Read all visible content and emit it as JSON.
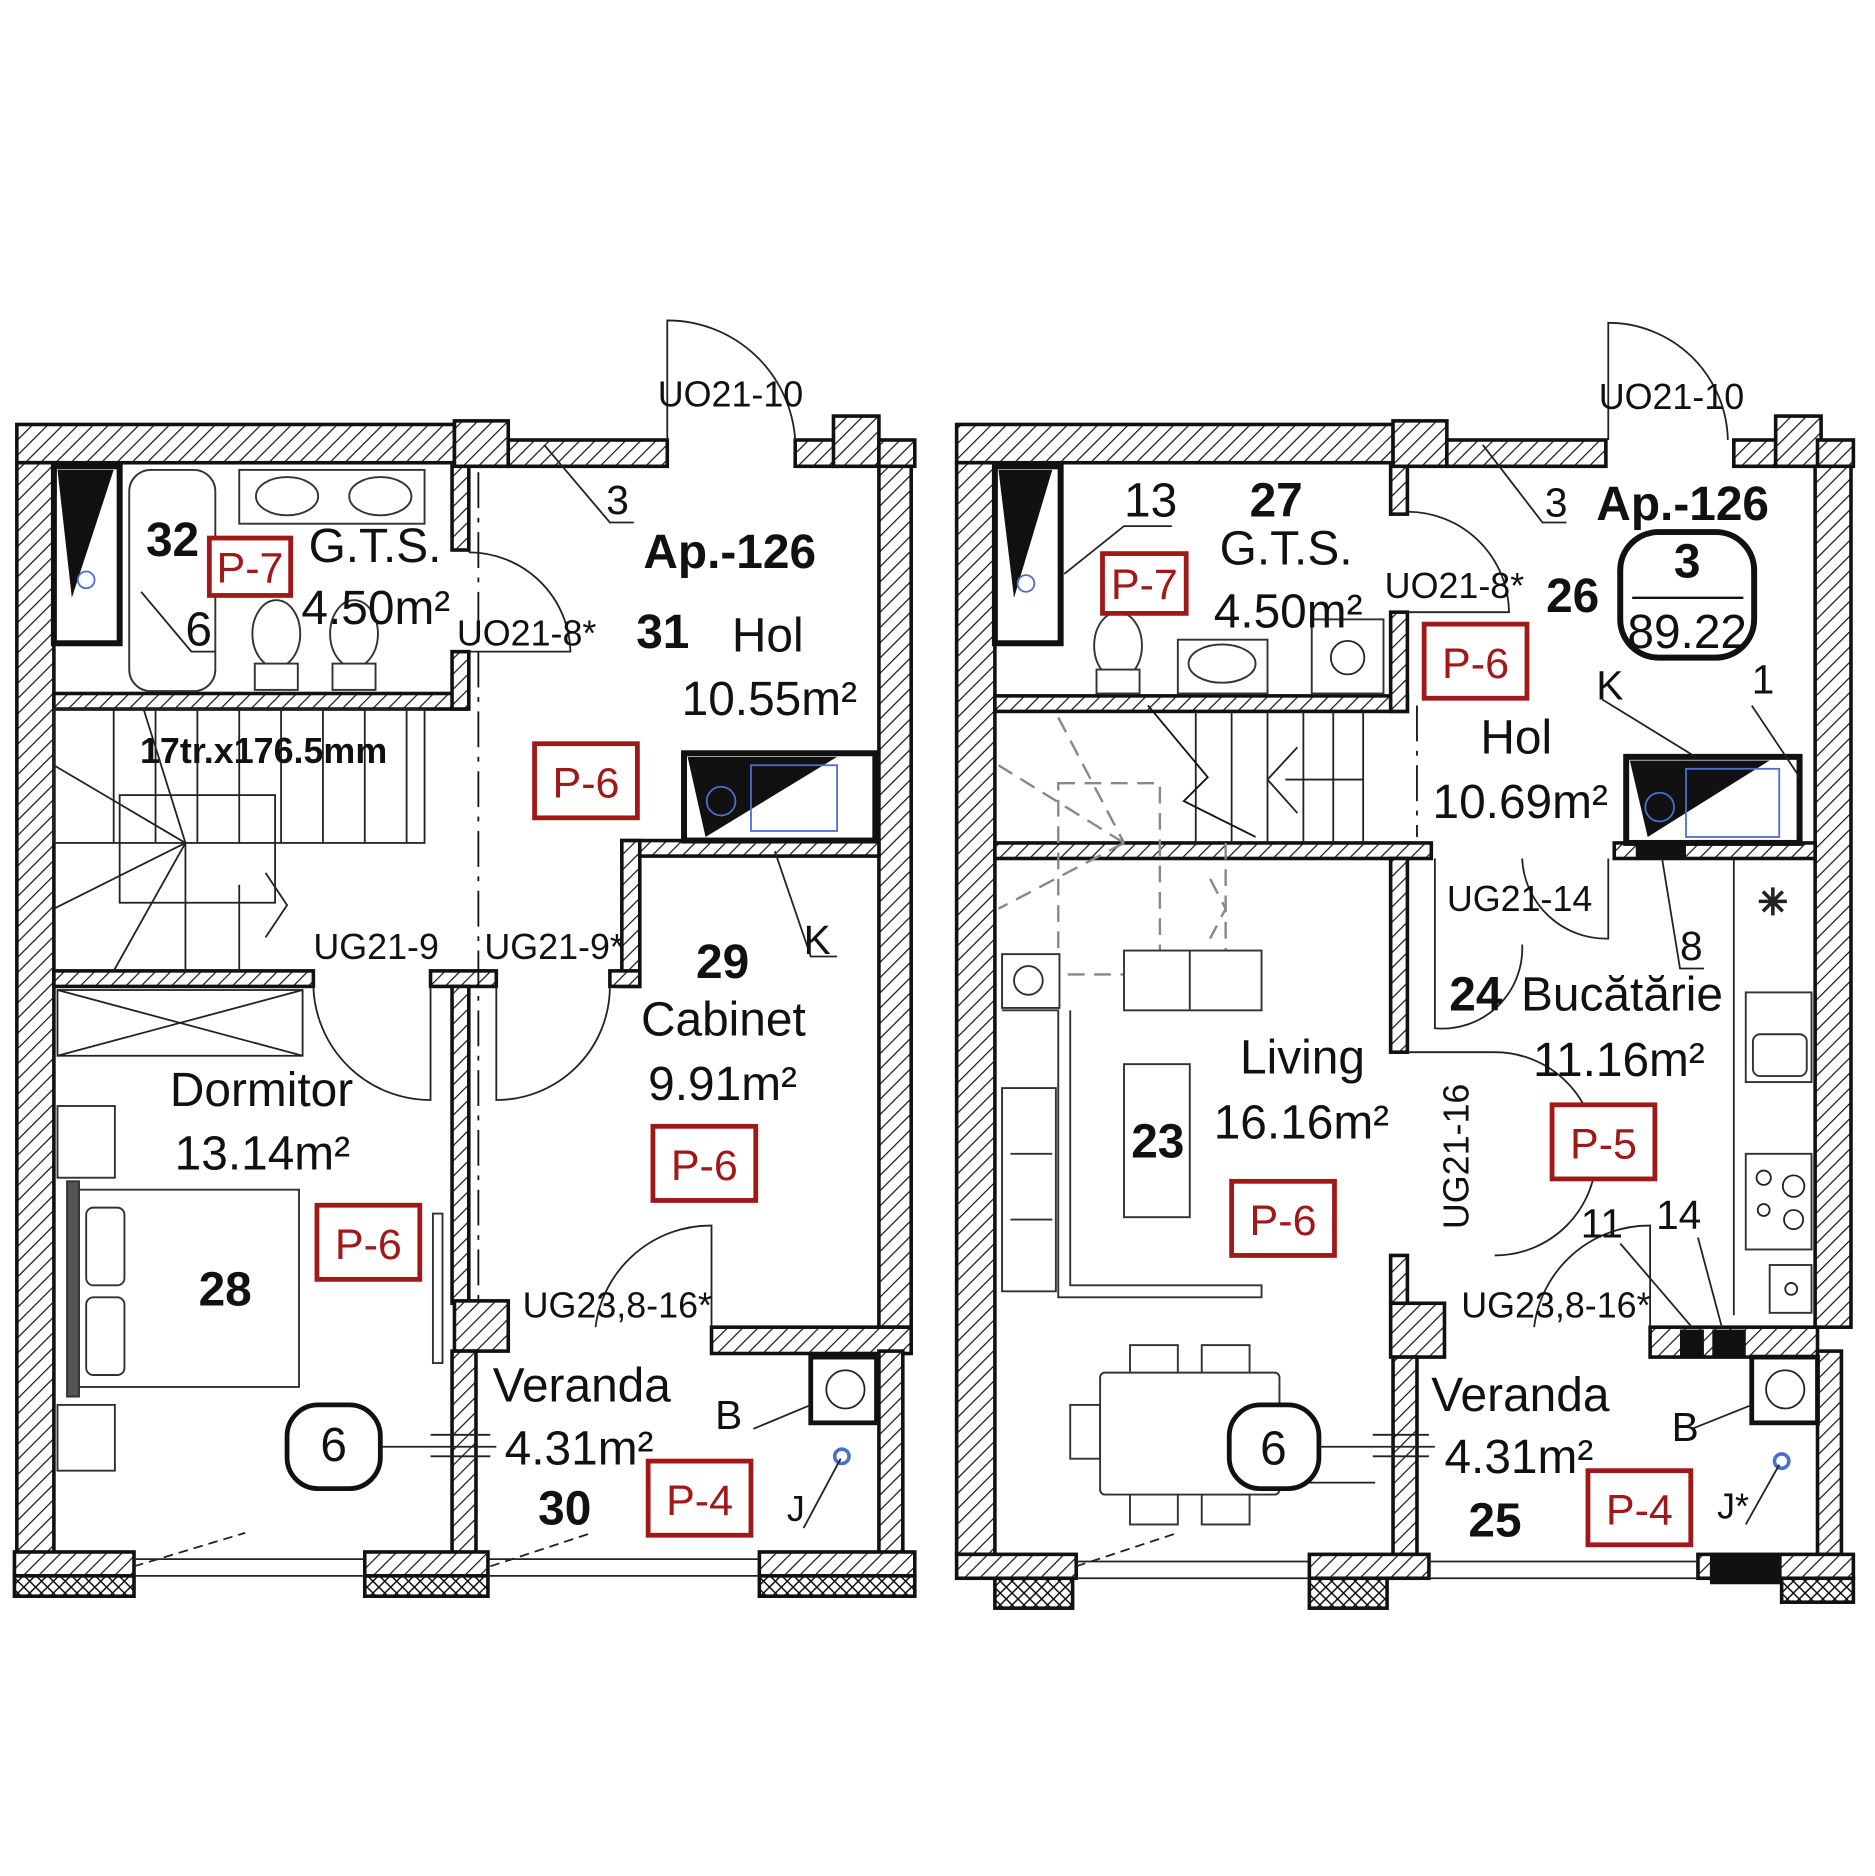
{
  "left_plan": {
    "entry_door": "UO21-10",
    "mark_3": "3",
    "apartment": "Ap.-126",
    "hol_num": "31",
    "hol_name": "Hol",
    "hol_area": "10.55m²",
    "hol_finish": "P-6",
    "gts_num": "32",
    "gts_finish": "P-7",
    "gts_name": "G.T.S.",
    "gts_area": "4.50m²",
    "mark_6": "6",
    "gts_door": "UO21-8*",
    "stairs": "17tr.x176.5mm",
    "door_dorm": "UG21-9",
    "door_cab": "UG21-9*",
    "mark_k": "K",
    "cab_num": "29",
    "cab_name": "Cabinet",
    "cab_area": "9.91m²",
    "cab_finish": "P-6",
    "dorm_name": "Dormitor",
    "dorm_area": "13.14m²",
    "dorm_finish": "P-6",
    "dorm_num": "28",
    "veranda_door": "UG23,8-16*",
    "ver_name": "Veranda",
    "ver_area": "4.31m²",
    "ver_num": "30",
    "ver_finish": "P-4",
    "mark_b": "B",
    "mark_j": "J",
    "window_tag": "6"
  },
  "right_plan": {
    "entry_door": "UO21-10",
    "mark_13": "13",
    "gts_num": "27",
    "gts_name": "G.T.S.",
    "gts_area": "4.50m²",
    "gts_finish": "P-7",
    "mark_3": "3",
    "apartment": "Ap.-126",
    "apt_rooms": "3",
    "apt_area": "89.22",
    "gts_door": "UO21-8*",
    "hol_num": "26",
    "hol_finish": "P-6",
    "hol_name": "Hol",
    "hol_area": "10.69m²",
    "mark_k": "K",
    "mark_1": "1",
    "kitchen_door": "UG21-14",
    "mark_8": "8",
    "kit_num": "24",
    "kit_name": "Bucătărie",
    "kit_area": "11.16m²",
    "kit_finish": "P-5",
    "liv_name": "Living",
    "liv_area": "16.16m²",
    "liv_num": "23",
    "liv_finish": "P-6",
    "living_door": "UG21-16",
    "mark_11": "11",
    "mark_14": "14",
    "veranda_door": "UG23,8-16*",
    "ver_name": "Veranda",
    "ver_area": "4.31m²",
    "ver_num": "25",
    "ver_finish": "P-4",
    "mark_b": "B",
    "mark_j": "J*",
    "window_tag": "6"
  },
  "colors": {
    "finish_tag": "#a01818",
    "fixture_blue": "#4a6fd0",
    "wall": "#111111"
  }
}
